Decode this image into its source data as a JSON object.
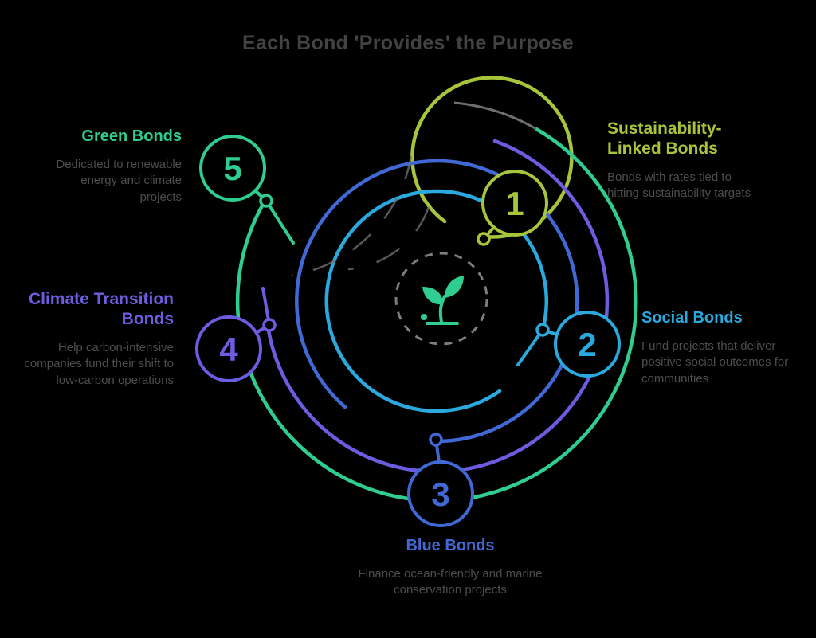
{
  "title": "Each Bond 'Provides' the Purpose",
  "colors": {
    "background": "#000000",
    "title_text": "#434343",
    "description_text": "#4d4d4d",
    "green": "#2fcd8f",
    "olive": "#a6c53b",
    "cyan": "#29a9de",
    "royal_blue": "#4169d6",
    "purple": "#6c5ce0",
    "center_ring_gray": "#7d7d7d"
  },
  "center": {
    "icon": "seedling-icon"
  },
  "nodes": [
    {
      "number": "1",
      "title": "Sustainability-\nLinked Bonds",
      "description": "Bonds with rates tied to hitting sustainability targets",
      "color": "#a6c53b"
    },
    {
      "number": "2",
      "title": "Social Bonds",
      "description": "Fund projects that deliver positive social outcomes for communities",
      "color": "#29a9de"
    },
    {
      "number": "3",
      "title": "Blue Bonds",
      "description": "Finance ocean-friendly and marine conservation projects",
      "color": "#4169d6"
    },
    {
      "number": "4",
      "title": "Climate Transition\nBonds",
      "description": "Help carbon-intensive companies fund their shift to low-carbon operations",
      "color": "#6c5ce0"
    },
    {
      "number": "5",
      "title": "Green Bonds",
      "description": "Dedicated to renewable energy and climate projects",
      "color": "#2fcd8f"
    }
  ]
}
